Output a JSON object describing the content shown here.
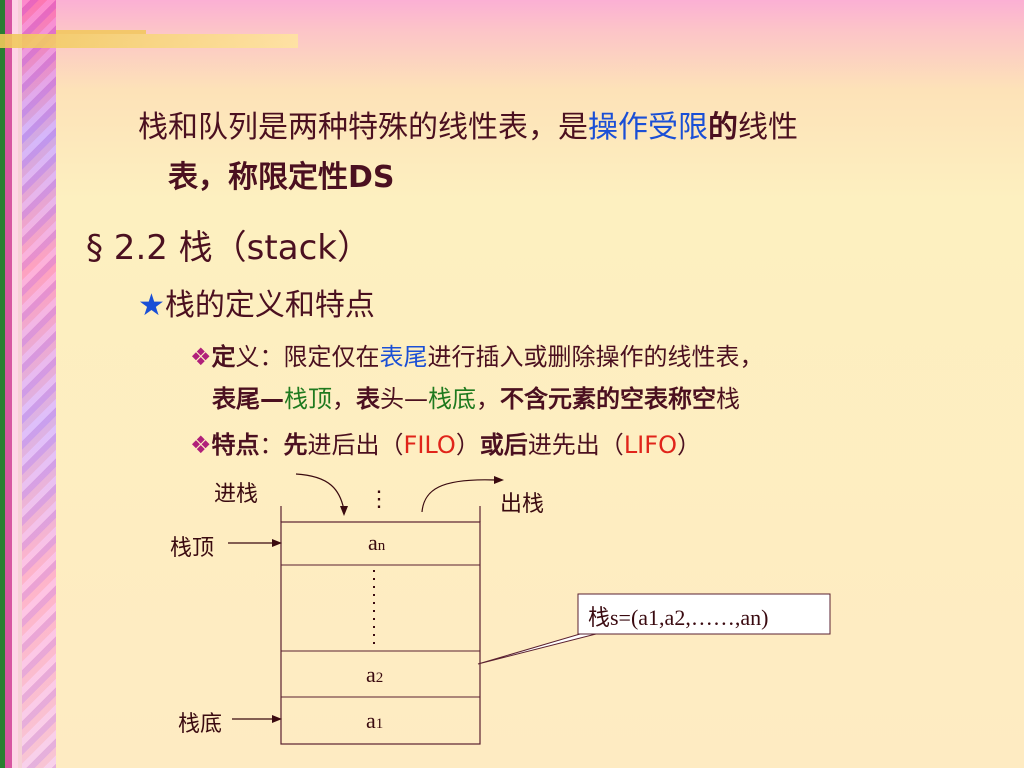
{
  "intro": {
    "line1_part1": "栈和队列是两种特殊的线性表，是",
    "line1_part2": "操作受限",
    "line1_part3": "的",
    "line1_part4": "线性",
    "line2": "表，称限定性DS"
  },
  "section": {
    "heading": "§ 2.2 栈（stack）"
  },
  "bullet1": {
    "icon": "star-icon",
    "text": "栈的定义和特点"
  },
  "definition": {
    "label_a": "定",
    "label_b": "义：限定仅在",
    "tail": "表尾",
    "rest": "进行插入或删除操作的线性表，",
    "line2_a": "表尾—",
    "line2_b": "栈顶",
    "line2_c": "，",
    "line2_d": "表",
    "line2_e": "头—",
    "line2_f": "栈底",
    "line2_g": "，",
    "line2_h": "不含元素的空表称空",
    "line2_i": "栈"
  },
  "feature": {
    "label": "特点",
    "colon": "：",
    "p1": "先",
    "p2": "进后出（",
    "p3": "FILO",
    "p4": "）",
    "p5": "或后",
    "p6": "进先出（",
    "p7": "LIFO",
    "p8": "）"
  },
  "diagram": {
    "push_label": "进栈",
    "pop_label": "出栈",
    "top_label": "栈顶",
    "bottom_label": "栈底",
    "cell_top_dots": "⋮",
    "cell_an_a": "a",
    "cell_an_n": "n",
    "cell_a2_a": "a",
    "cell_a2_n": "2",
    "cell_a1_a": "a",
    "cell_a1_n": "1",
    "callout": "栈s=(a1,a2,……,an)"
  },
  "colors": {
    "blue": "#1a4fd6",
    "red": "#e0241a",
    "green": "#1f7a1f",
    "text": "#4b1020"
  }
}
